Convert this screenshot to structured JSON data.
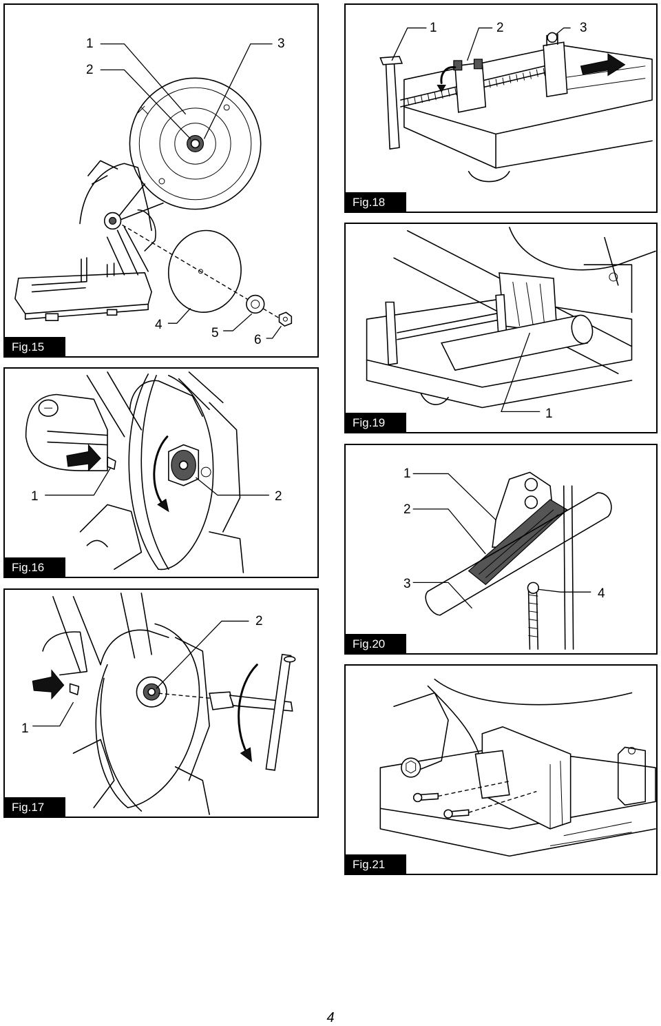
{
  "page_number": "4",
  "figures": [
    {
      "id": "fig15",
      "label": "Fig.15",
      "callouts": [
        "1",
        "2",
        "3",
        "4",
        "5",
        "6"
      ]
    },
    {
      "id": "fig16",
      "label": "Fig.16",
      "callouts": [
        "1",
        "2"
      ]
    },
    {
      "id": "fig17",
      "label": "Fig.17",
      "callouts": [
        "1",
        "2"
      ]
    },
    {
      "id": "fig18",
      "label": "Fig.18",
      "callouts": [
        "1",
        "2",
        "3"
      ]
    },
    {
      "id": "fig19",
      "label": "Fig.19",
      "callouts": [
        "1"
      ]
    },
    {
      "id": "fig20",
      "label": "Fig.20",
      "callouts": [
        "1",
        "2",
        "3",
        "4"
      ]
    },
    {
      "id": "fig21",
      "label": "Fig.21",
      "callouts": []
    }
  ]
}
